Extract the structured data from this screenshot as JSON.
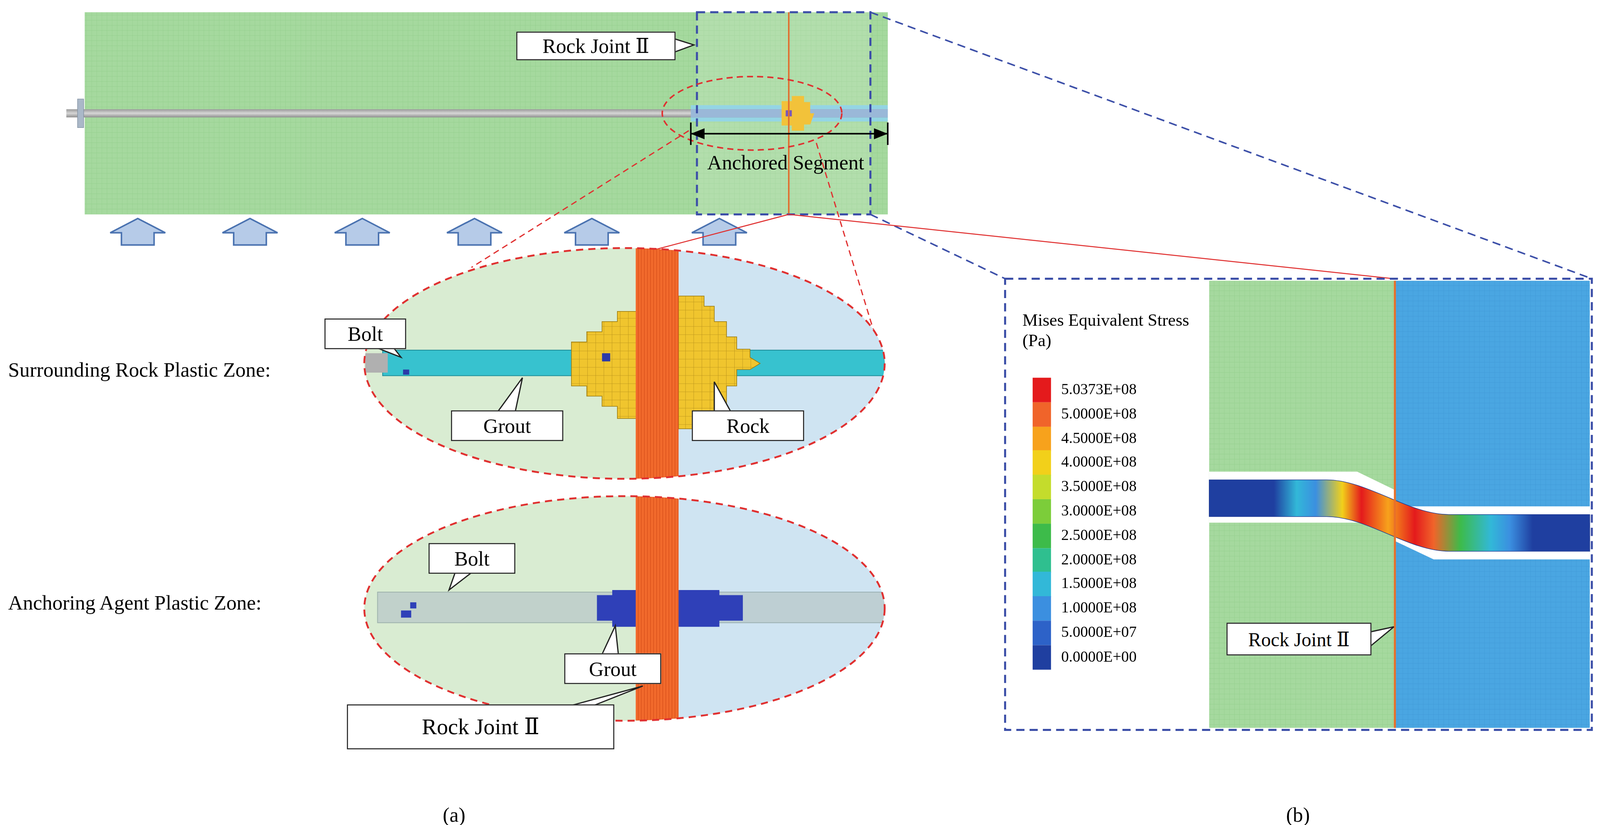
{
  "diagram": {
    "nodes": [
      {
        "text": [
          "Rock Joint Ⅱ"
        ]
      },
      {
        "text": [
          "Bolt"
        ]
      },
      {
        "text": [
          "Grout"
        ]
      },
      {
        "text": [
          "Rock"
        ]
      },
      {
        "text": [
          "Bolt"
        ]
      },
      {
        "text": [
          "Grout"
        ]
      },
      {
        "text": [
          "Rock Joint Ⅱ"
        ]
      },
      {
        "text": [
          "Rock Joint Ⅱ"
        ]
      }
    ],
    "labels": [
      "Anchored Segment",
      "Surrounding Rock Plastic Zone:",
      "Anchoring Agent Plastic Zone:",
      "Mises Equivalent Stress (Pa)",
      "(a)",
      "(b)"
    ],
    "legend": [
      {
        "text": "5.0373E+08",
        "color": "#e41a1c"
      },
      {
        "text": "5.0000E+08",
        "color": "#f0642a"
      },
      {
        "text": "4.5000E+08",
        "color": "#f7a21c"
      },
      {
        "text": "4.0000E+08",
        "color": "#f2d01a"
      },
      {
        "text": "3.5000E+08",
        "color": "#c4dc2c"
      },
      {
        "text": "3.0000E+08",
        "color": "#7ccd3a"
      },
      {
        "text": "2.5000E+08",
        "color": "#3dbb4a"
      },
      {
        "text": "2.0000E+08",
        "color": "#2fbf8f"
      },
      {
        "text": "1.5000E+08",
        "color": "#32b8d8"
      },
      {
        "text": "1.0000E+08",
        "color": "#3b8fe0"
      },
      {
        "text": "5.0000E+07",
        "color": "#2d62c8"
      },
      {
        "text": "0.0000E+00",
        "color": "#1f3fa0"
      }
    ]
  }
}
